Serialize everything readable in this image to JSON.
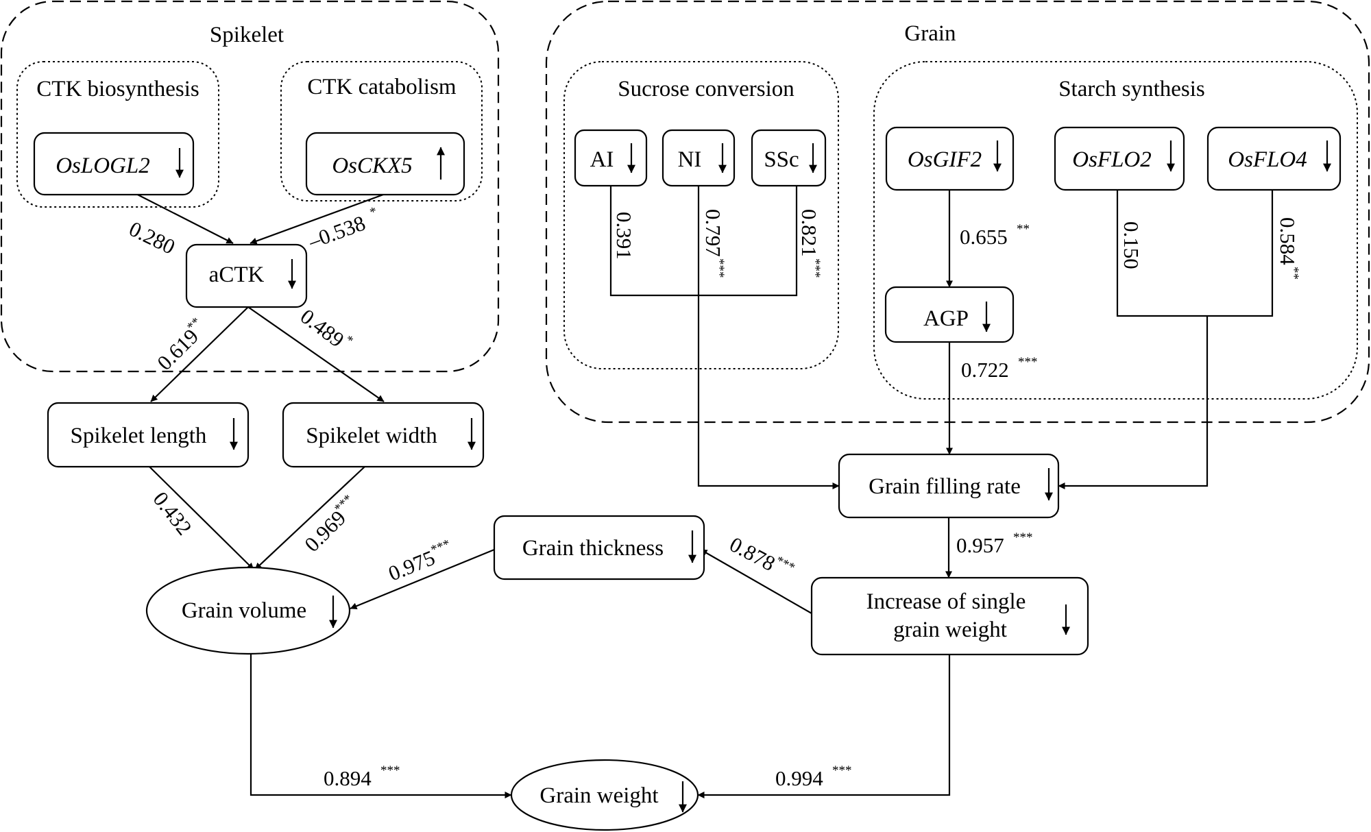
{
  "groups": {
    "spikelet": "Spikelet",
    "grain": "Grain",
    "ctk_biosynthesis": "CTK biosynthesis",
    "ctk_catabolism": "CTK catabolism",
    "sucrose_conversion": "Sucrose conversion",
    "starch_synthesis": "Starch synthesis"
  },
  "nodes": {
    "oslogl2": "OsLOGL2",
    "osckx5": "OsCKX5",
    "actk": "aCTK",
    "ai": "AI",
    "ni": "NI",
    "ssc": "SSc",
    "osgif2": "OsGIF2",
    "osflo2": "OsFLO2",
    "osflo4": "OsFLO4",
    "agp": "AGP",
    "spikelet_length": "Spikelet length",
    "spikelet_width": "Spikelet width",
    "grain_filling_rate": "Grain filling rate",
    "grain_thickness": "Grain thickness",
    "grain_volume": "Grain volume",
    "increase_line1": "Increase of single",
    "increase_line2": "grain weight",
    "grain_weight": "Grain weight"
  },
  "trend_glyphs": {
    "down": "↓",
    "up": "↑"
  },
  "coefficients": {
    "logl2_actk": "0.280",
    "ckx5_actk": "–0.538",
    "ckx5_actk_sig": "*",
    "actk_length": "0.619",
    "actk_length_sig": "**",
    "actk_width": "0.489",
    "actk_width_sig": "*",
    "ai_gfr": "0.391",
    "ni_gfr": "0.797",
    "ni_gfr_sig": "***",
    "ssc_gfr": "0.821",
    "ssc_gfr_sig": "***",
    "gif2_agp": "0.655",
    "gif2_agp_sig": "**",
    "agp_gfr": "0.722",
    "agp_gfr_sig": "***",
    "flo2_gfr": "0.150",
    "flo4_gfr": "0.584",
    "flo4_gfr_sig": "**",
    "length_volume": "0.432",
    "width_volume": "0.969",
    "width_volume_sig": "***",
    "thickness_volume": "0.975",
    "thickness_volume_sig": "***",
    "increase_thickness": "0.878",
    "increase_thickness_sig": "***",
    "gfr_increase": "0.957",
    "gfr_increase_sig": "***",
    "volume_weight": "0.894",
    "volume_weight_sig": "***",
    "increase_weight": "0.994",
    "increase_weight_sig": "***"
  }
}
